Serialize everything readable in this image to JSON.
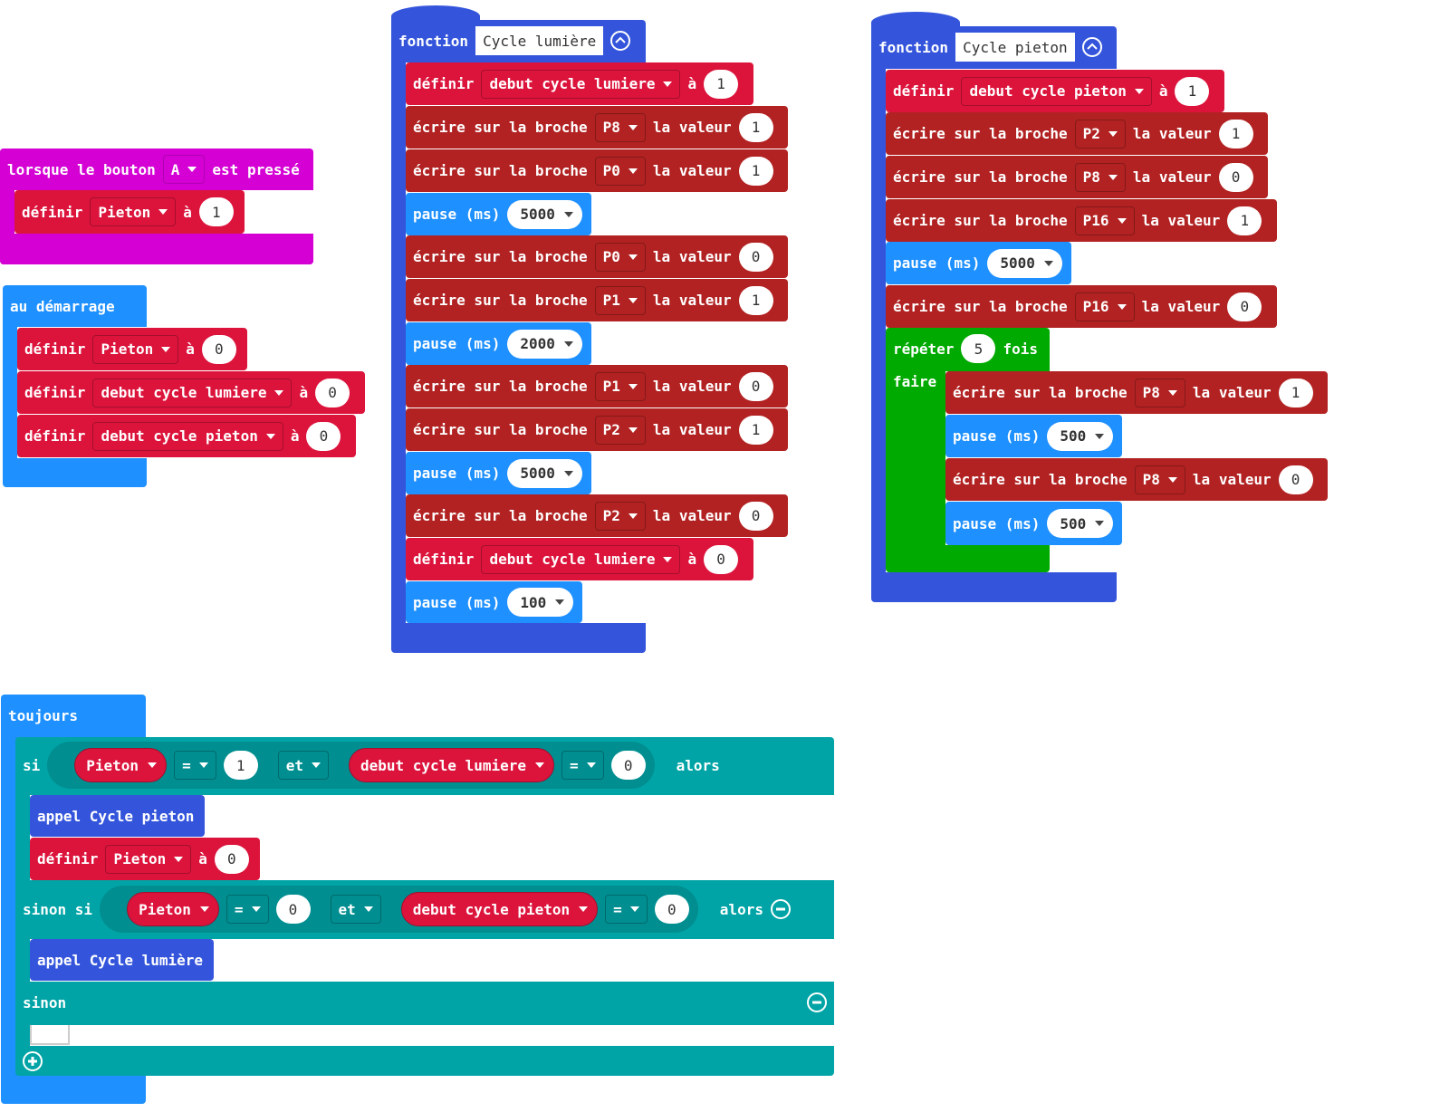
{
  "colors": {
    "input": "#d400d4",
    "basic": "#1e90ff",
    "function": "#3455db",
    "variable": "#dc143c",
    "pins": "#b22222",
    "loop": "#00aa00",
    "logic": "#00a4a6"
  },
  "icons": {
    "collapse": "chevron-up-circle-icon",
    "remove": "minus-circle-icon",
    "add": "plus-circle-icon",
    "dropdown": "caret-down-icon"
  },
  "button_a": {
    "prefix": "lorsque le bouton",
    "button": "A",
    "suffix": "est pressé",
    "set": {
      "kw": "définir",
      "var": "Pieton",
      "to": "à",
      "value": "1"
    }
  },
  "on_start": {
    "title": "au démarrage",
    "sets": [
      {
        "kw": "définir",
        "var": "Pieton",
        "to": "à",
        "value": "0"
      },
      {
        "kw": "définir",
        "var": "debut cycle lumiere",
        "to": "à",
        "value": "0"
      },
      {
        "kw": "définir",
        "var": "debut cycle pieton",
        "to": "à",
        "value": "0"
      }
    ]
  },
  "cycle_lumiere": {
    "kw": "fonction",
    "name": "Cycle lumière",
    "set1": {
      "kw": "définir",
      "var": "debut cycle lumiere",
      "to": "à",
      "value": "1"
    },
    "write": {
      "prefix": "écrire sur la broche",
      "mid": "la valeur"
    },
    "pause_kw": "pause (ms)",
    "w1": {
      "pin": "P8",
      "value": "1"
    },
    "w2": {
      "pin": "P0",
      "value": "1"
    },
    "p1": "5000",
    "w3": {
      "pin": "P0",
      "value": "0"
    },
    "w4": {
      "pin": "P1",
      "value": "1"
    },
    "p2": "2000",
    "w5": {
      "pin": "P1",
      "value": "0"
    },
    "w6": {
      "pin": "P2",
      "value": "1"
    },
    "p3": "5000",
    "w7": {
      "pin": "P2",
      "value": "0"
    },
    "set2": {
      "kw": "définir",
      "var": "debut cycle lumiere",
      "to": "à",
      "value": "0"
    },
    "p4": "100"
  },
  "cycle_pieton": {
    "kw": "fonction",
    "name": "Cycle pieton",
    "set1": {
      "kw": "définir",
      "var": "debut cycle pieton",
      "to": "à",
      "value": "1"
    },
    "write": {
      "prefix": "écrire sur la broche",
      "mid": "la valeur"
    },
    "pause_kw": "pause (ms)",
    "w1": {
      "pin": "P2",
      "value": "1"
    },
    "w2": {
      "pin": "P8",
      "value": "0"
    },
    "w3": {
      "pin": "P16",
      "value": "1"
    },
    "p1": "5000",
    "w4": {
      "pin": "P16",
      "value": "0"
    },
    "repeat": {
      "kw": "répéter",
      "count": "5",
      "suffix": "fois",
      "do": "faire"
    },
    "r1": {
      "pin": "P8",
      "value": "1"
    },
    "rp1": "500",
    "r2": {
      "pin": "P8",
      "value": "0"
    },
    "rp2": "500"
  },
  "forever": {
    "title": "toujours",
    "if_kw": "si",
    "then_kw": "alors",
    "and_kw": "et",
    "eq": "=",
    "if_cond": {
      "var1": "Pieton",
      "val1": "1",
      "var2": "debut cycle lumiere",
      "val2": "0"
    },
    "call1": "appel Cycle pieton",
    "set": {
      "kw": "définir",
      "var": "Pieton",
      "to": "à",
      "value": "0"
    },
    "elseif_kw": "sinon si",
    "elif_cond": {
      "var1": "Pieton",
      "val1": "0",
      "var2": "debut cycle pieton",
      "val2": "0"
    },
    "call2": "appel Cycle lumière",
    "else_kw": "sinon"
  }
}
